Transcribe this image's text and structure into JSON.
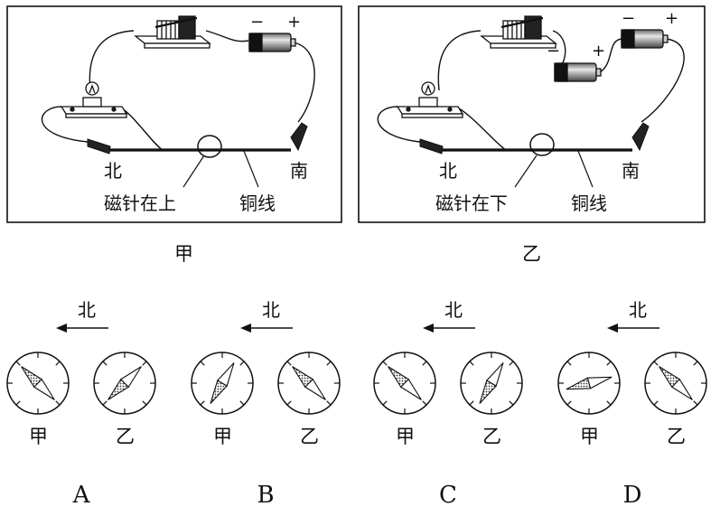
{
  "panels": [
    {
      "caption": "甲",
      "north": "北",
      "south": "南",
      "needle_label": "磁针在上",
      "wire_label": "铜线",
      "batteries": [
        {
          "minus": "−",
          "plus": "+"
        }
      ]
    },
    {
      "caption": "乙",
      "north": "北",
      "south": "南",
      "needle_label": "磁针在下",
      "wire_label": "铜线",
      "batteries": [
        {
          "minus": "−",
          "plus": "+"
        },
        {
          "minus": "−",
          "plus": "+"
        }
      ]
    }
  ],
  "options": [
    {
      "letter": "A",
      "north_label": "北",
      "compasses": [
        {
          "label": "甲",
          "north_tip_angle_deg": 135
        },
        {
          "label": "乙",
          "north_tip_angle_deg": 225
        }
      ]
    },
    {
      "letter": "B",
      "north_label": "北",
      "compasses": [
        {
          "label": "甲",
          "north_tip_angle_deg": 240
        },
        {
          "label": "乙",
          "north_tip_angle_deg": 135
        }
      ]
    },
    {
      "letter": "C",
      "north_label": "北",
      "compasses": [
        {
          "label": "甲",
          "north_tip_angle_deg": 135
        },
        {
          "label": "乙",
          "north_tip_angle_deg": 240
        }
      ]
    },
    {
      "letter": "D",
      "north_label": "北",
      "compasses": [
        {
          "label": "甲",
          "north_tip_angle_deg": 195
        },
        {
          "label": "乙",
          "north_tip_angle_deg": 135
        }
      ]
    }
  ]
}
